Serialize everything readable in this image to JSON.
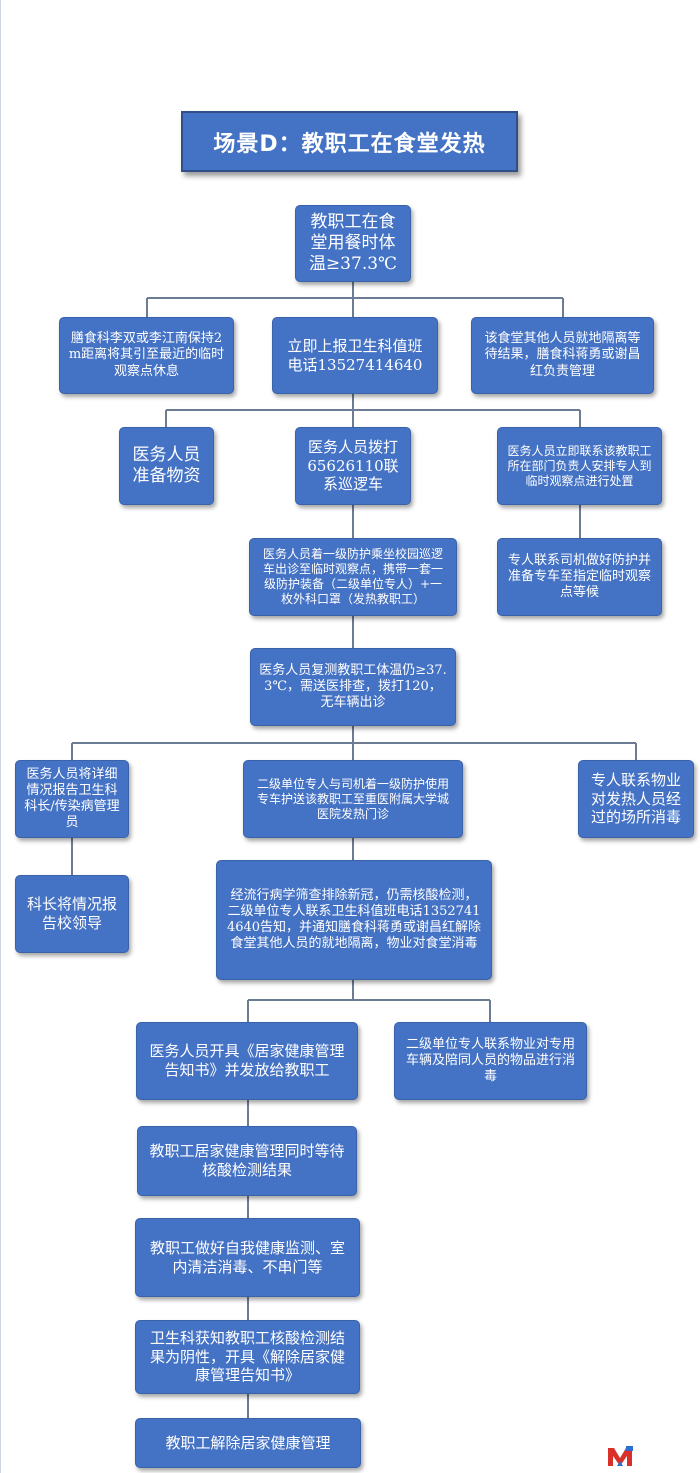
{
  "title": "场景D：教职工在食堂发热",
  "nodes": {
    "n1": "教职工在食堂用餐时体温≥37.3℃",
    "n2a": "膳食科李双或李江南保持2m距离将其引至最近的临时观察点休息",
    "n2b": "立即上报卫生科值班电话13527414640",
    "n2c": "该食堂其他人员就地隔离等待结果，膳食科蒋勇或谢昌红负责管理",
    "n3a": "医务人员准备物资",
    "n3b": "医务人员拨打65626110联系巡逻车",
    "n3c": "医务人员立即联系该教职工所在部门负责人安排专人到临时观察点进行处置",
    "n4b": "医务人员着一级防护乘坐校园巡逻车出诊至临时观察点，携带一套一级防护装备（二级单位专人）+一枚外科口罩（发热教职工）",
    "n4c": "专人联系司机做好防护并准备专车至指定临时观察点等候",
    "n5": "医务人员复测教职工体温仍≥37.3℃，需送医排查，拨打120，无车辆出诊",
    "n6a": "医务人员将详细情况报告卫生科科长/传染病管理员",
    "n6b": "二级单位专人与司机着一级防护使用专车护送该教职工至重医附属大学城医院发热门诊",
    "n6c": "专人联系物业对发热人员经过的场所消毒",
    "n7a": "科长将情况报告校领导",
    "n7b": "经流行病学筛查排除新冠，仍需核酸检测，二级单位专人联系卫生科值班电话13527414640告知，并通知膳食科蒋勇或谢昌红解除食堂其他人员的就地隔离，物业对食堂消毒",
    "n8a": "医务人员开具《居家健康管理告知书》并发放给教职工",
    "n8b": "二级单位专人联系物业对专用车辆及陪同人员的物品进行消毒",
    "n9": "教职工居家健康管理同时等待核酸检测结果",
    "n10": "教职工做好自我健康监测、室内清洁消毒、不串门等",
    "n11": "卫生科获知教职工核酸检测结果为阴性，开具《解除居家健康管理告知书》",
    "n12": "教职工解除居家健康管理"
  },
  "colors": {
    "box_fill": "#4472c4",
    "box_text": "#ffffff",
    "connector": "#6b7c93",
    "logo_red": "#d9302a",
    "logo_blue": "#2c6fd1"
  },
  "icons": {
    "logo": "brand-logo-icon"
  }
}
